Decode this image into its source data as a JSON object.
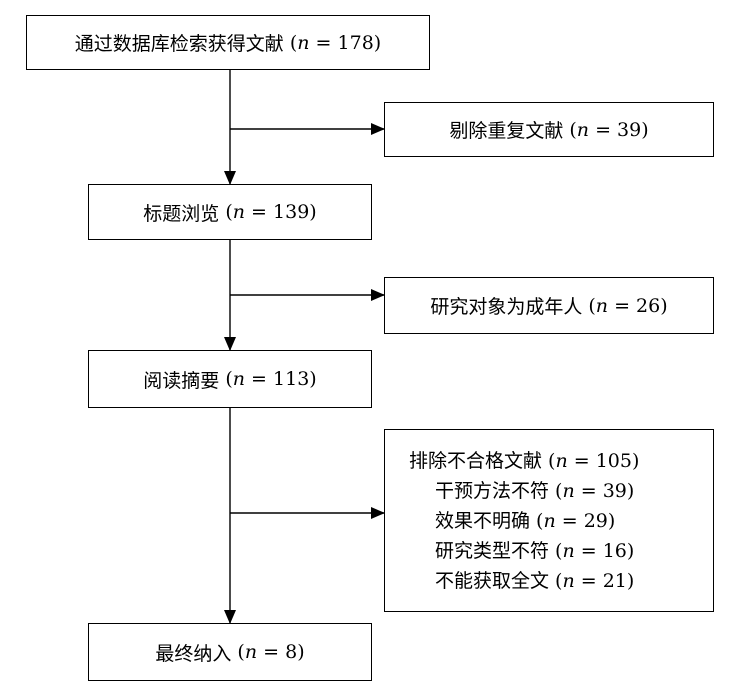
{
  "boxes": {
    "b1": {
      "label": "通过数据库检索获得文献",
      "n": "178"
    },
    "e1": {
      "label": "剔除重复文献",
      "n": "39"
    },
    "b2": {
      "label": "标题浏览",
      "n": "139"
    },
    "e2": {
      "label": "研究对象为成年人",
      "n": "26"
    },
    "b3": {
      "label": "阅读摘要",
      "n": "113"
    },
    "e3": {
      "label": "排除不合格文献",
      "n": "105",
      "reasons": [
        {
          "label": "干预方法不符",
          "n": "39"
        },
        {
          "label": "效果不明确",
          "n": "29"
        },
        {
          "label": "研究类型不符",
          "n": "16"
        },
        {
          "label": "不能获取全文",
          "n": "21"
        }
      ]
    },
    "b4": {
      "label": "最终纳入",
      "n": "8"
    }
  },
  "n_symbol": "n"
}
